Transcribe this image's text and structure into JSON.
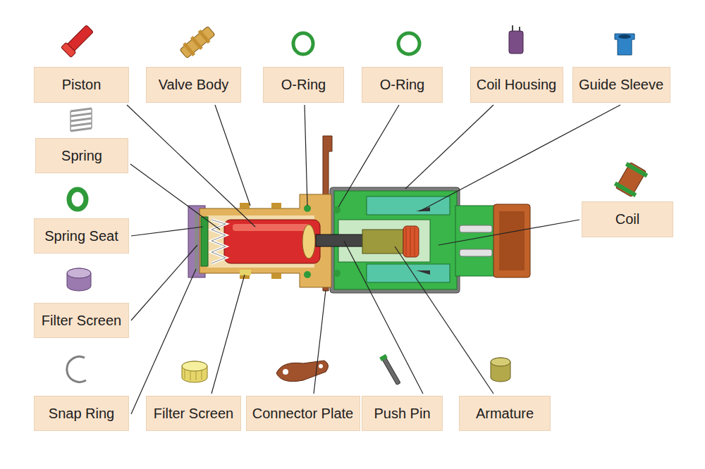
{
  "diagram": {
    "nodes": [
      {
        "text": [
          "Piston"
        ]
      },
      {
        "text": [
          "Valve Body"
        ]
      },
      {
        "text": [
          "O-Ring"
        ]
      },
      {
        "text": [
          "O-Ring"
        ]
      },
      {
        "text": [
          "Coil Housing"
        ]
      },
      {
        "text": [
          "Guide Sleeve"
        ]
      },
      {
        "text": [
          "Spring"
        ]
      },
      {
        "text": [
          "Coil"
        ]
      },
      {
        "text": [
          "Spring Seat"
        ]
      },
      {
        "text": [
          "Filter Screen"
        ]
      },
      {
        "text": [
          "Snap Ring"
        ]
      },
      {
        "text": [
          "Filter Screen"
        ]
      },
      {
        "text": [
          "Connector Plate"
        ]
      },
      {
        "text": [
          "Push Pin"
        ]
      },
      {
        "text": [
          "Armature"
        ]
      }
    ]
  }
}
